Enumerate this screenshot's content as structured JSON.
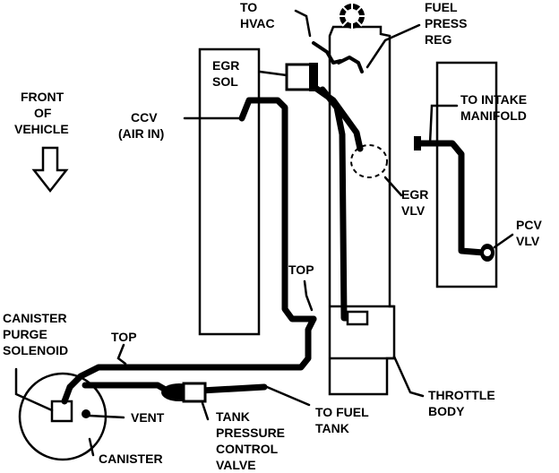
{
  "labels": {
    "to_hvac": [
      "TO",
      "HVAC"
    ],
    "fuel_press_reg": [
      "FUEL",
      "PRESS",
      "REG"
    ],
    "egr_sol": [
      "EGR",
      "SOL"
    ],
    "front_of_vehicle": [
      "FRONT",
      "OF",
      "VEHICLE"
    ],
    "ccv": [
      "CCV",
      "(AIR IN)"
    ],
    "to_intake_manifold": [
      "TO INTAKE",
      "MANIFOLD"
    ],
    "egr_vlv": [
      "EGR",
      "VLV"
    ],
    "pcv_vlv": [
      "PCV",
      "VLV"
    ],
    "top_upper": "TOP",
    "top_lower": "TOP",
    "canister_purge_solenoid": [
      "CANISTER",
      "PURGE",
      "SOLENOID"
    ],
    "vent": "VENT",
    "tank_pressure_control_valve": [
      "TANK",
      "PRESSURE",
      "CONTROL",
      "VALVE"
    ],
    "to_fuel_tank": [
      "TO FUEL",
      "TANK"
    ],
    "throttle_body": [
      "THROTTLE",
      "BODY"
    ],
    "canister": "CANISTER"
  },
  "colors": {
    "ink": "#000000",
    "background": "#ffffff"
  }
}
